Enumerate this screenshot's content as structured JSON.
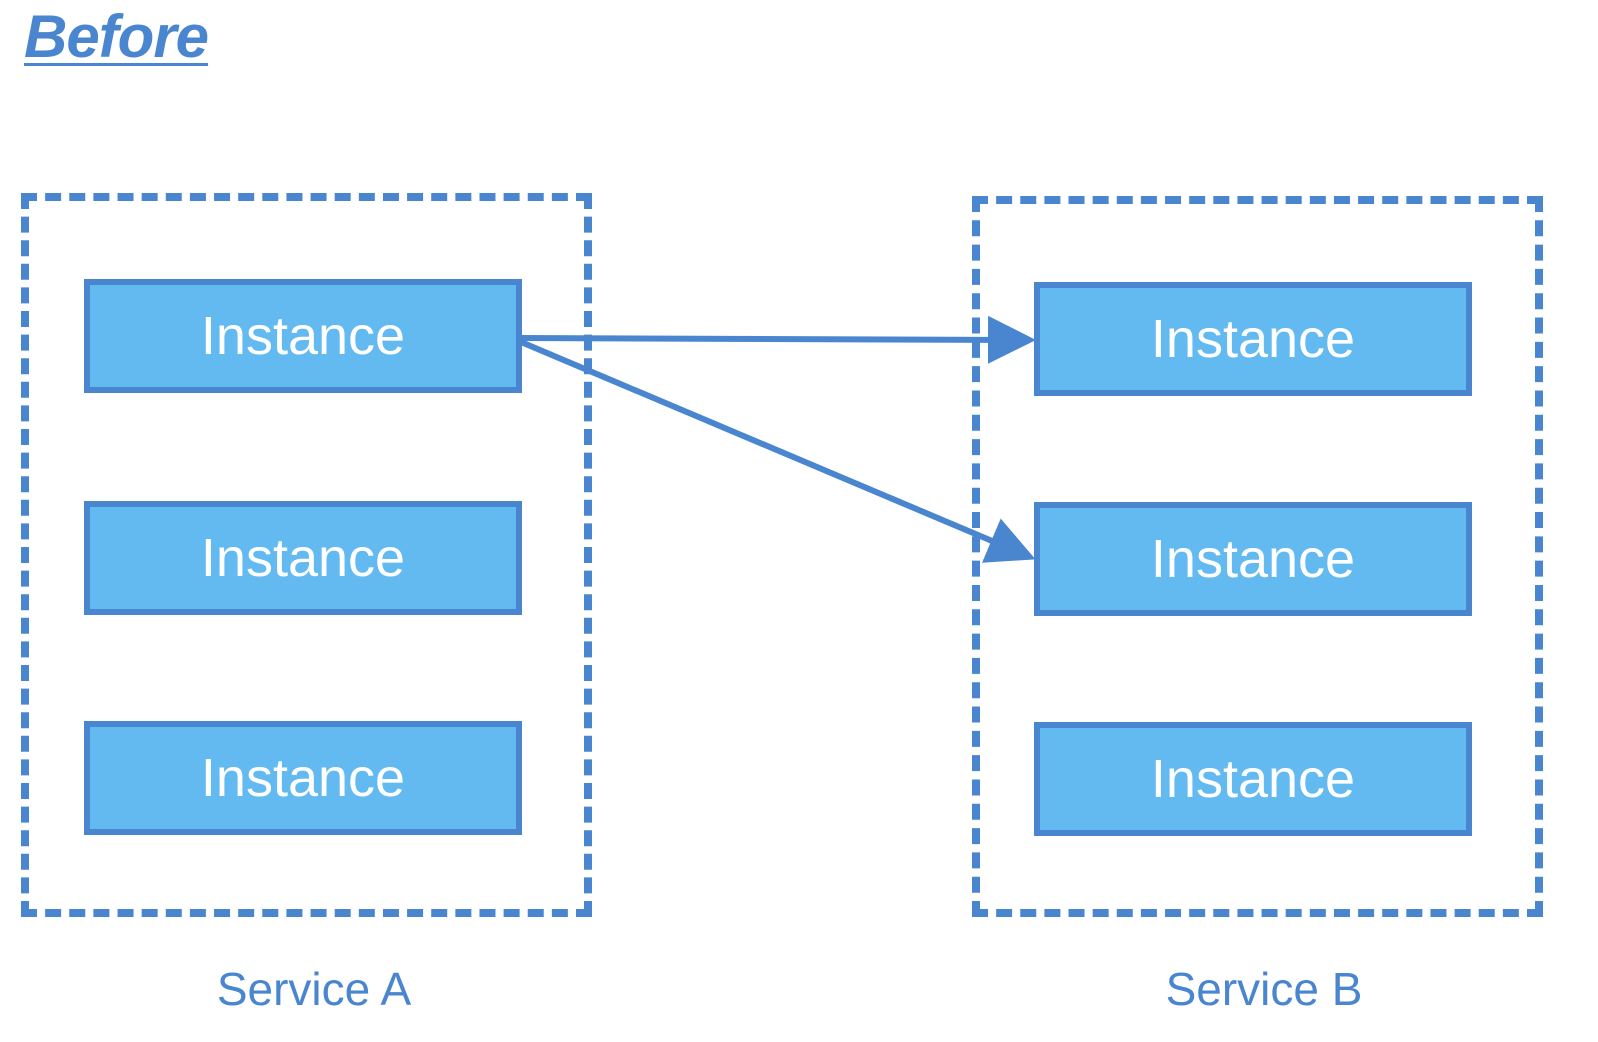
{
  "heading": "Before",
  "colors": {
    "accent": "#4a86cf",
    "instance_fill": "#63baf1",
    "instance_text": "#ffffff"
  },
  "service_a": {
    "label": "Service A",
    "instances": [
      "Instance",
      "Instance",
      "Instance"
    ]
  },
  "service_b": {
    "label": "Service B",
    "instances": [
      "Instance",
      "Instance",
      "Instance"
    ]
  },
  "connections": [
    {
      "from": "service_a.instances.0",
      "to": "service_b.instances.0"
    },
    {
      "from": "service_a.instances.0",
      "to": "service_b.instances.1"
    }
  ]
}
